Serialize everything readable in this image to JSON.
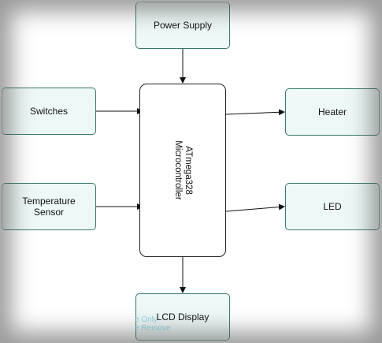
{
  "diagram": {
    "nodes": {
      "power_supply": "Power Supply",
      "switches": "Switches",
      "temperature_sensor": "Temperature\nSensor",
      "heater": "Heater",
      "led": "LED",
      "lcd_display": "LCD Display"
    },
    "mcu": {
      "line1": "ATmega328",
      "line2": "Microcontroller"
    },
    "watermark": {
      "line1": "e Only",
      "line2": "e Remove"
    },
    "colors": {
      "node_fill": "#eef8f6",
      "node_border": "#3a7a6e",
      "line": "#111111"
    }
  }
}
